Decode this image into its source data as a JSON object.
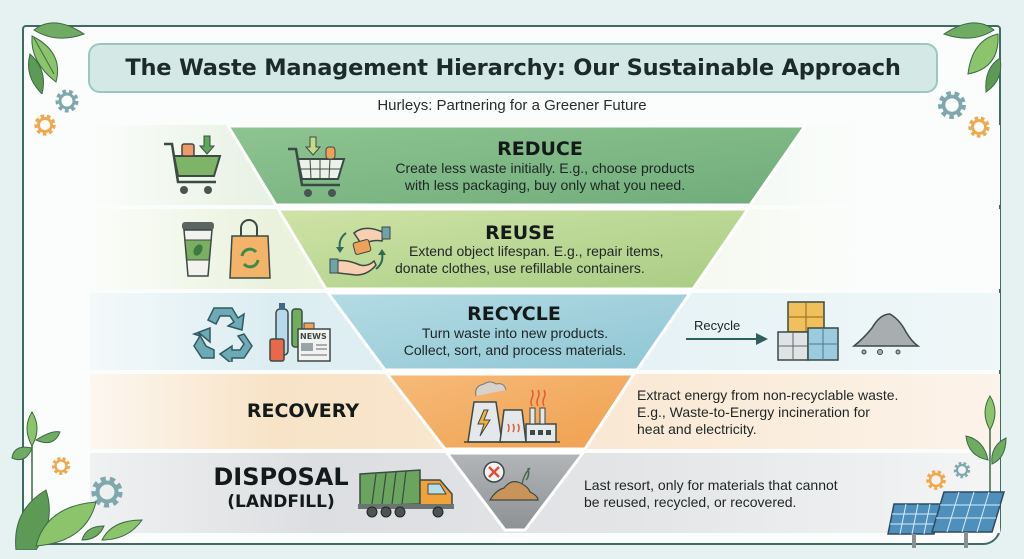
{
  "header": {
    "title": "The Waste Management Hierarchy: Our Sustainable Approach",
    "subtitle": "Hurleys: Partnering for a Greener Future"
  },
  "tiers": [
    {
      "key": "reduce",
      "title": "REDUCE",
      "description_lines": [
        "Create less waste initially. E.g., choose products",
        "with less packaging, buy only what you need."
      ],
      "color": "#86bc8a",
      "icons": [
        "shopping-cart-icon"
      ]
    },
    {
      "key": "reuse",
      "title": "REUSE",
      "description_lines": [
        "Extend object lifespan. E.g., repair items,",
        "donate clothes, use refillable containers."
      ],
      "color": "#c1dc98",
      "icons": [
        "coffee-cup-icon",
        "shopping-bag-icon",
        "hands-exchange-icon"
      ]
    },
    {
      "key": "recycle",
      "title": "RECYCLE",
      "description_lines": [
        "Turn waste into new products.",
        "Collect, sort, and process materials."
      ],
      "color": "#a6d3df",
      "icons": [
        "recycle-arrows-icon",
        "bottles-newspaper-icon",
        "recycled-bales-icon",
        "gravel-pile-icon"
      ],
      "side_label": "Recycle"
    },
    {
      "key": "recovery",
      "title": "RECOVERY",
      "description_lines": [
        "Extract energy from non-recyclable waste.",
        "E.g., Waste-to-Energy incineration for",
        "heat and electricity."
      ],
      "color": "#f3ad62",
      "icons": [
        "power-plant-icon"
      ]
    },
    {
      "key": "disposal",
      "title": "DISPOSAL",
      "subtitle": "(LANDFILL)",
      "description_lines": [
        "Last resort, only for materials that cannot",
        "be reused, recycled, or recovered."
      ],
      "color": "#a9acaf",
      "icons": [
        "garbage-truck-icon",
        "landfill-icon"
      ]
    }
  ],
  "decorations": [
    "leaf-icon",
    "gear-icon",
    "solar-panel-icon",
    "sprout-icon"
  ]
}
